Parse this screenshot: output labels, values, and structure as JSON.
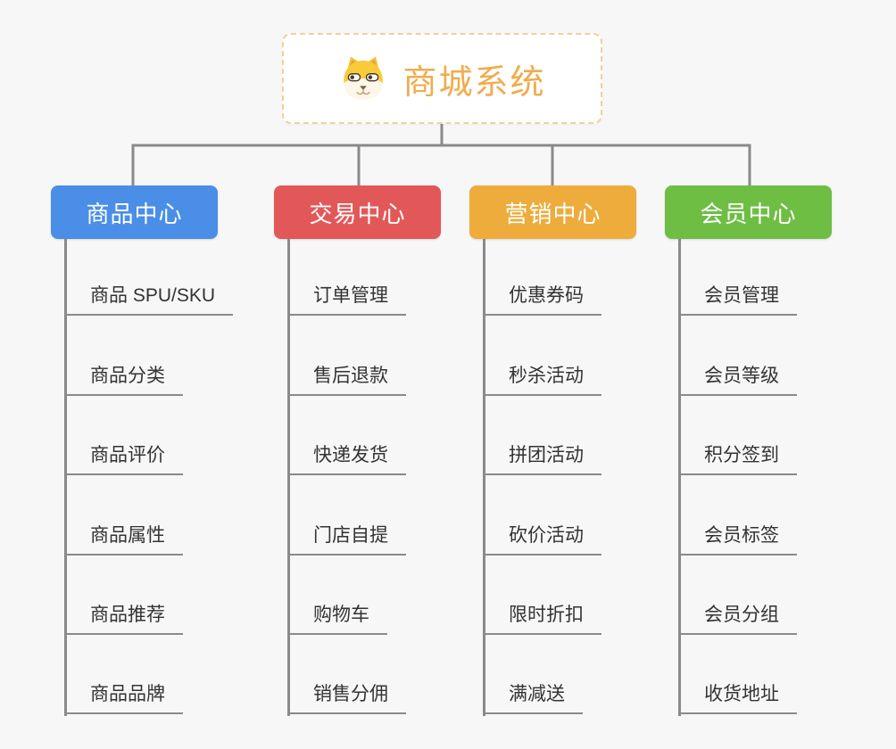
{
  "root": {
    "title": "商城系统",
    "icon": "dog-mascot-icon"
  },
  "colors": {
    "background": "#f7f7f7",
    "connector": "#8a8a8a",
    "root_border": "#f5cf96",
    "root_text": "#f0ac4e",
    "leaf_text": "#333333",
    "leaf_line": "#8a8a8a"
  },
  "branches": [
    {
      "label": "商品中心",
      "color": "#4a8ee8",
      "items": [
        "商品 SPU/SKU",
        "商品分类",
        "商品评价",
        "商品属性",
        "商品推荐",
        "商品品牌"
      ]
    },
    {
      "label": "交易中心",
      "color": "#e25858",
      "items": [
        "订单管理",
        "售后退款",
        "快递发货",
        "门店自提",
        "购物车",
        "销售分佣"
      ]
    },
    {
      "label": "营销中心",
      "color": "#edac3c",
      "items": [
        "优惠券码",
        "秒杀活动",
        "拼团活动",
        "砍价活动",
        "限时折扣",
        "满减送"
      ]
    },
    {
      "label": "会员中心",
      "color": "#6ebe44",
      "items": [
        "会员管理",
        "会员等级",
        "积分签到",
        "会员标签",
        "会员分组",
        "收货地址"
      ]
    }
  ]
}
